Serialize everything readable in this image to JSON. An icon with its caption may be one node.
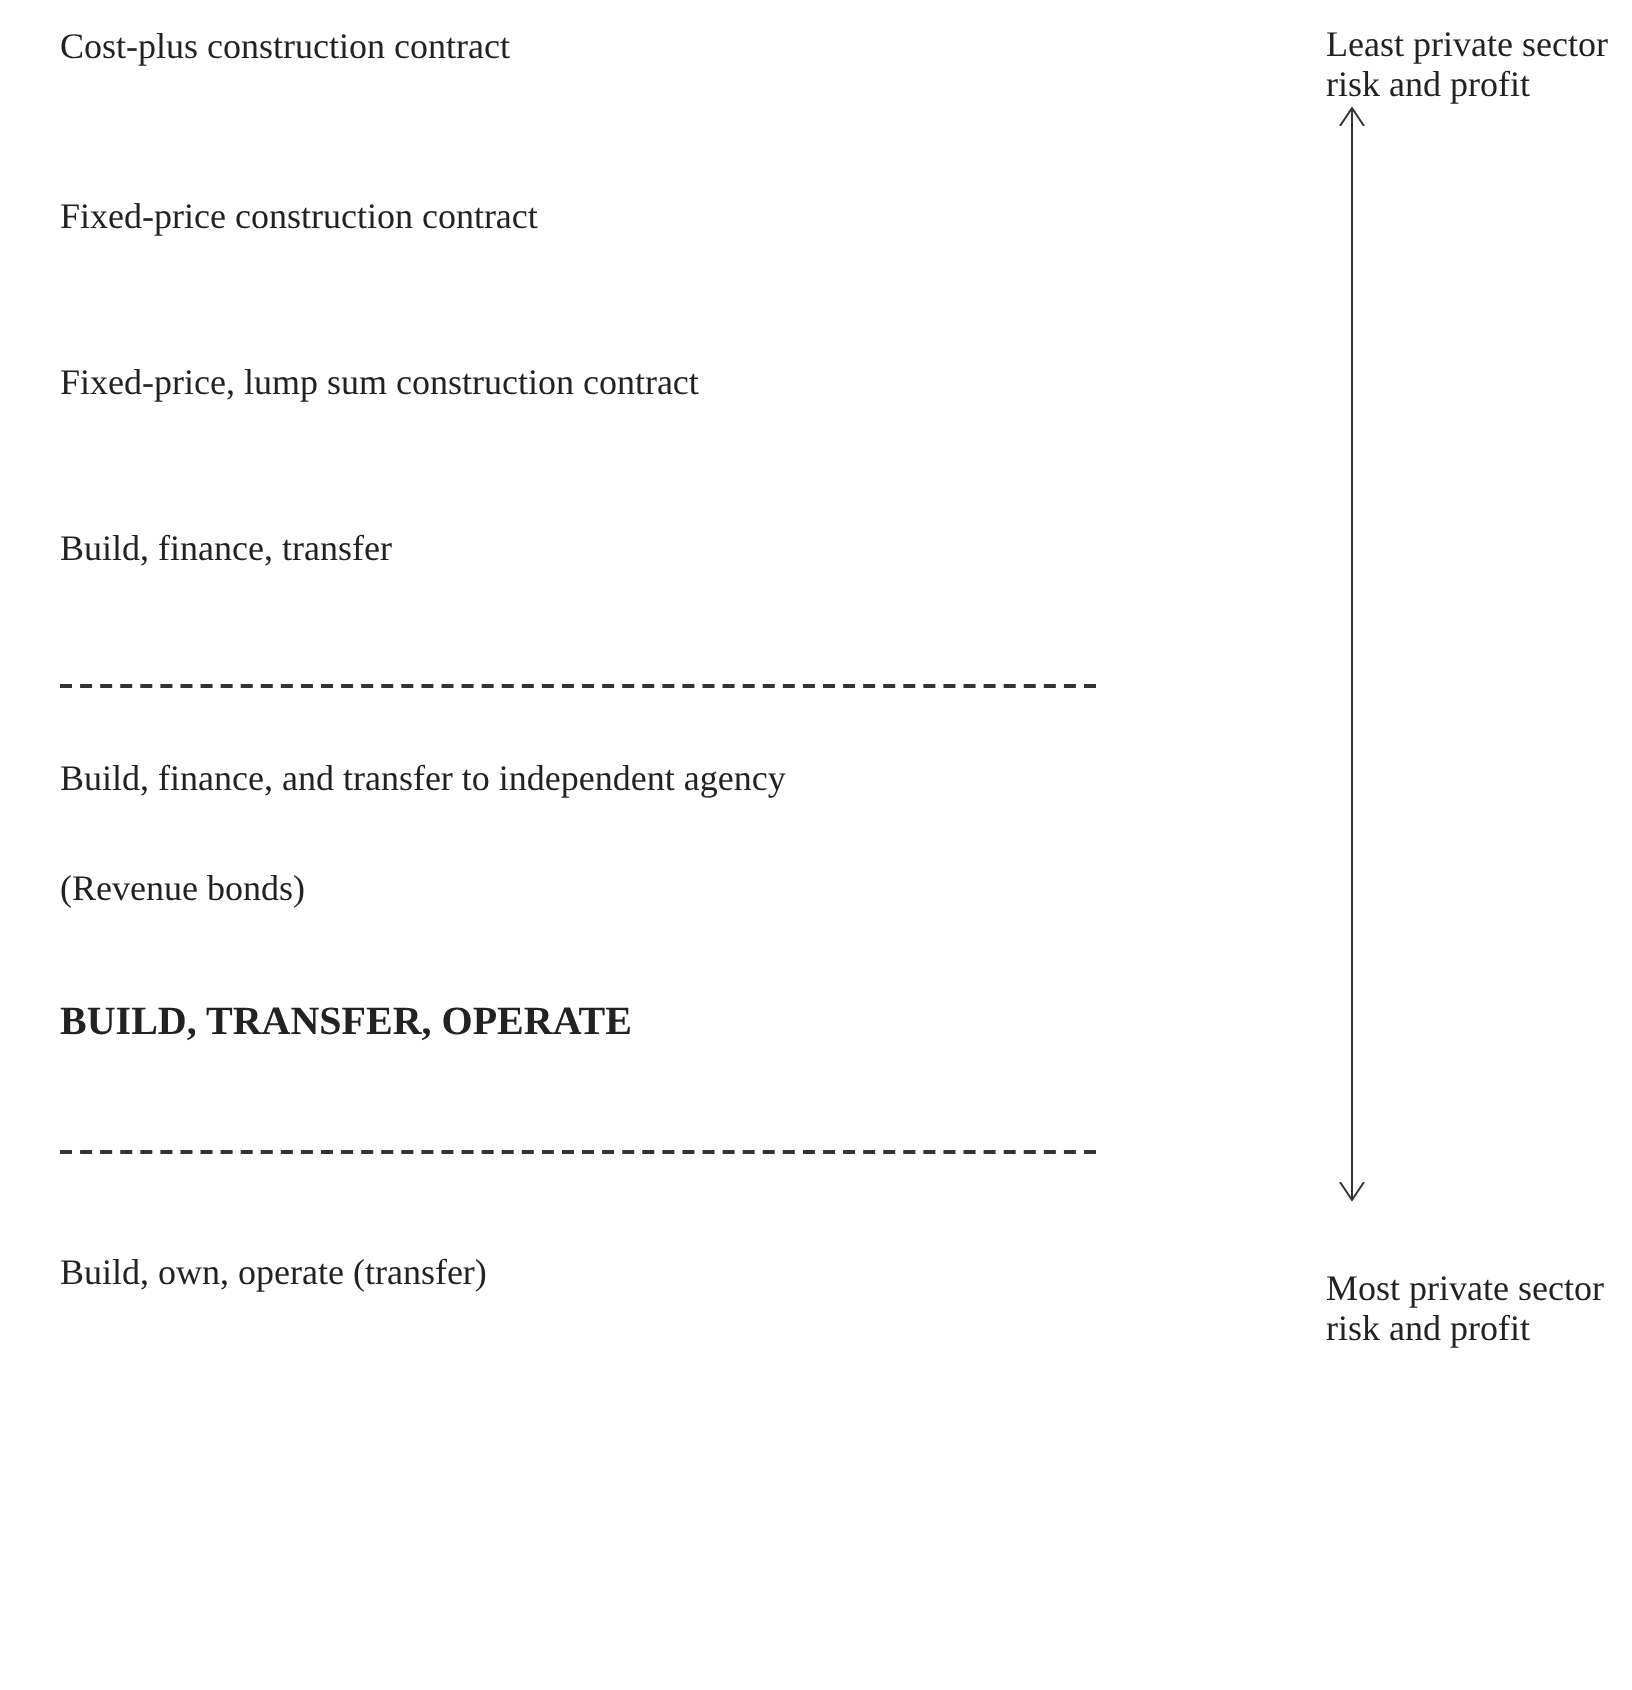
{
  "diagram": {
    "nodes": [
      {
        "text": [
          "Least private sector risk and profit"
        ]
      },
      {
        "text": [
          "Most private sector risk and profit"
        ]
      }
    ],
    "edges": [
      {
        "from": 0,
        "to": 1,
        "arrow": "both"
      }
    ],
    "labels": [
      "Cost-plus construction contract",
      "Fixed-price construction contract",
      "Fixed-price, lump sum construction contract",
      "Build, finance, transfer",
      "Build, finance, and transfer to independent agency (Revenue bonds)",
      "BUILD, TRANSFER, OPERATE",
      "Build, own, operate (transfer)"
    ]
  }
}
